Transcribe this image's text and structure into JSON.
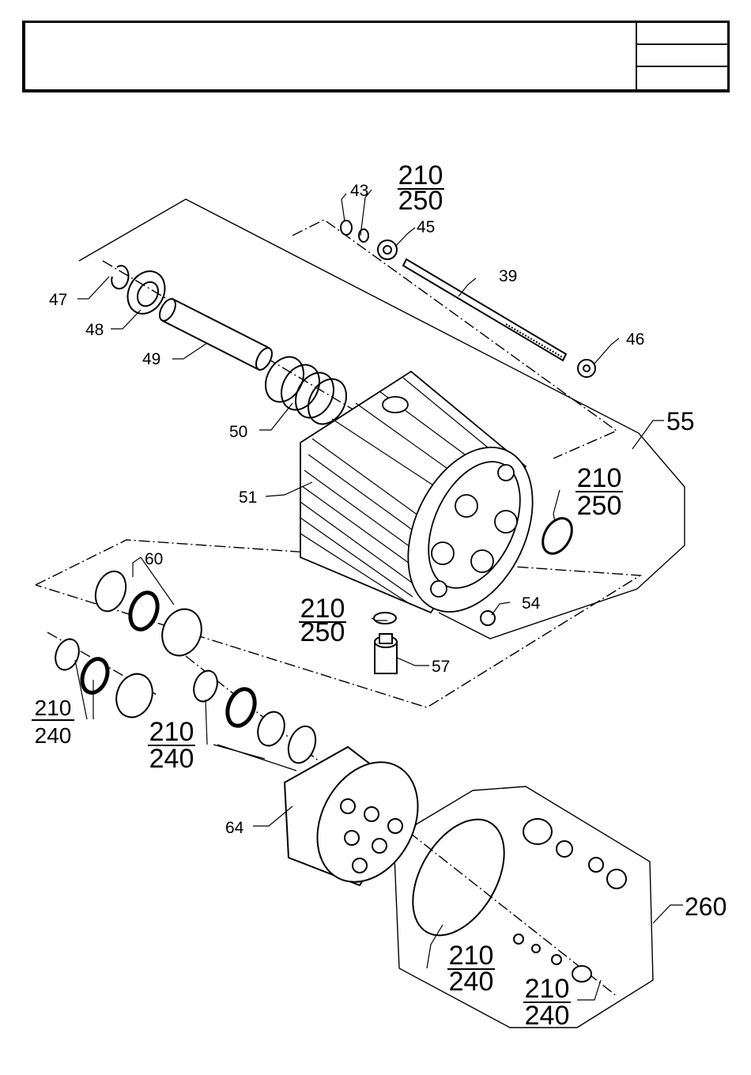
{
  "header": {
    "title": "",
    "cells": [
      "",
      "",
      ""
    ]
  },
  "callouts": {
    "c43": "43",
    "c45": "45",
    "c39": "39",
    "c46": "46",
    "c47": "47",
    "c48": "48",
    "c49": "49",
    "c50": "50",
    "c51": "51",
    "c54": "54",
    "c55": "55",
    "c57": "57",
    "c60": "60",
    "c64": "64",
    "c260": "260"
  },
  "kits": {
    "kit_top": {
      "top": "210",
      "bottom": "250"
    },
    "kit_right": {
      "top": "210",
      "bottom": "250"
    },
    "kit_mid": {
      "top": "210",
      "bottom": "250"
    },
    "kit_left": {
      "top": "210",
      "bottom": "240"
    },
    "kit_center": {
      "top": "210",
      "bottom": "240"
    },
    "kit_lower1": {
      "top": "210",
      "bottom": "240"
    },
    "kit_lower2": {
      "top": "210",
      "bottom": "240"
    }
  }
}
